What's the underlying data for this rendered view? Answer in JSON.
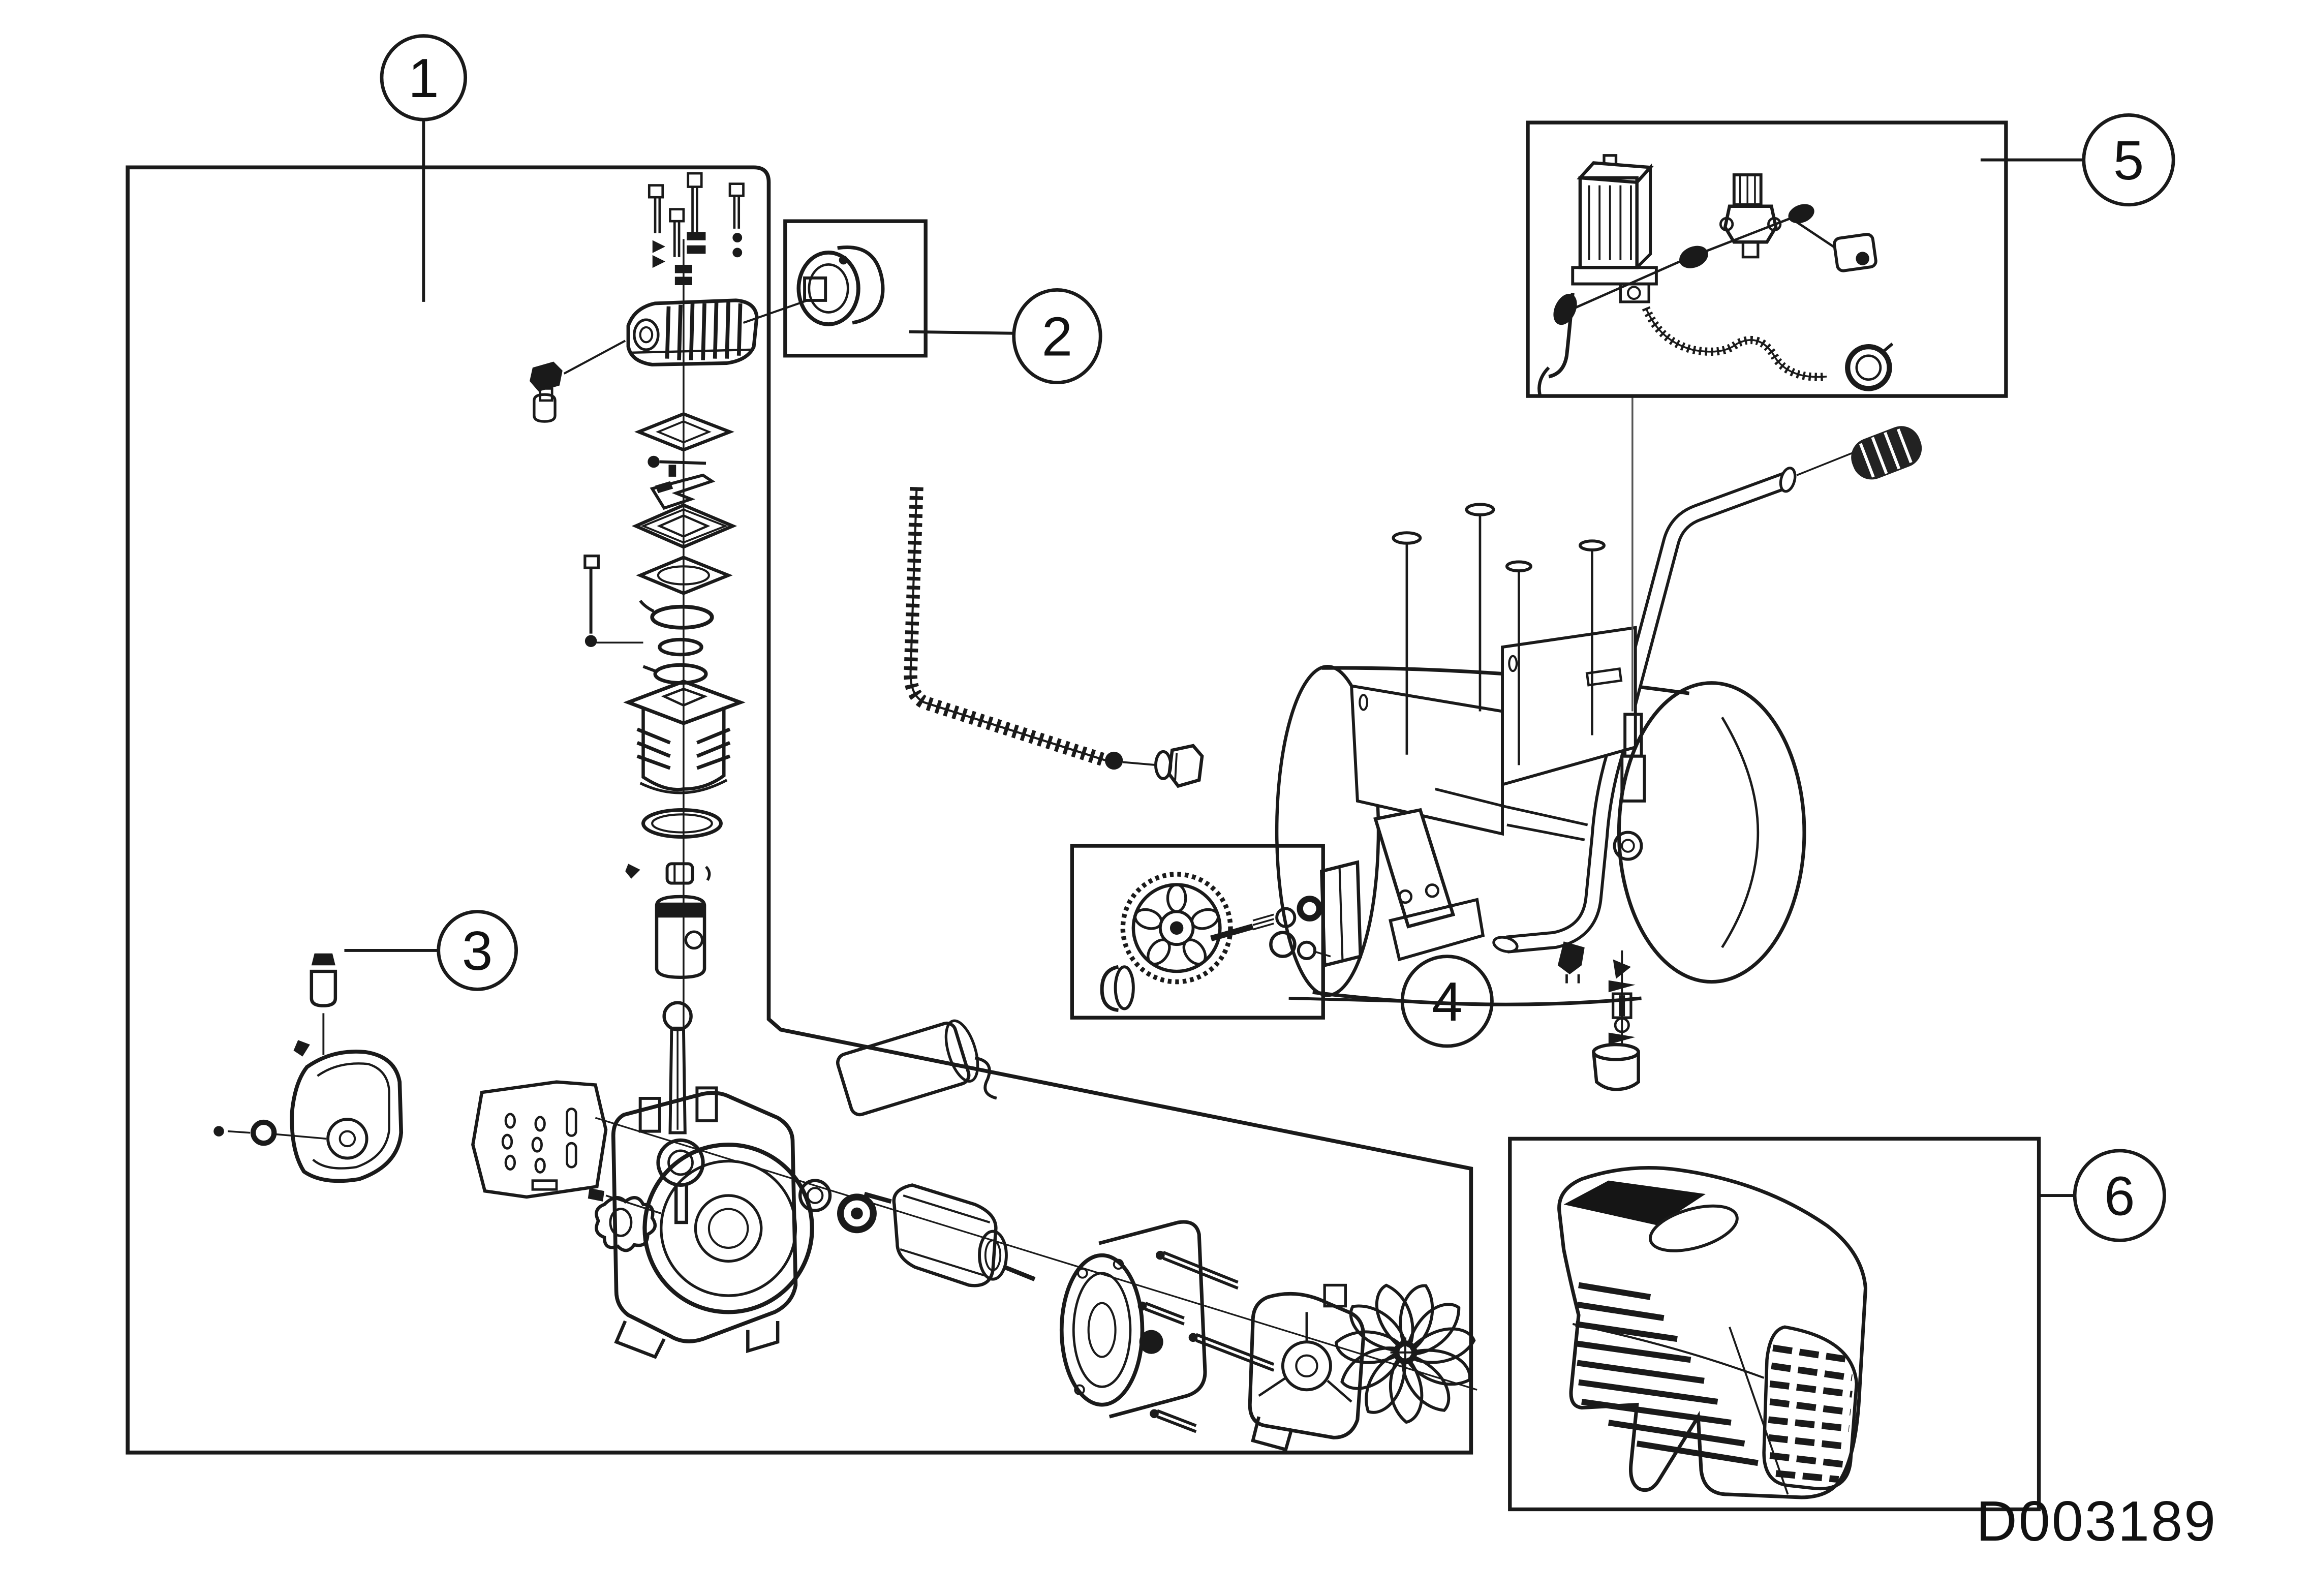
{
  "diagram": {
    "code": "D003189",
    "background_color": "#ffffff",
    "line_color": "#1a1a1a",
    "callouts": [
      {
        "label": "1"
      },
      {
        "label": "2"
      },
      {
        "label": "3"
      },
      {
        "label": "4"
      },
      {
        "label": "5"
      },
      {
        "label": "6"
      }
    ]
  }
}
